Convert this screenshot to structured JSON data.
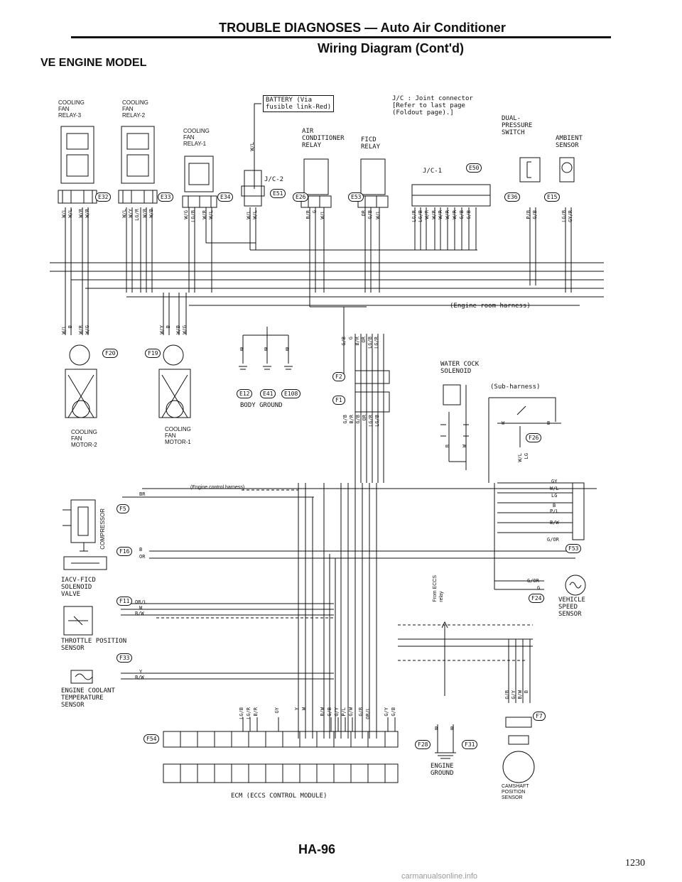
{
  "header": {
    "title": "TROUBLE DIAGNOSES — Auto Air Conditioner",
    "subtitle": "Wiring Diagram (Cont'd)",
    "model": "VE ENGINE MODEL"
  },
  "components": {
    "cooling_fan_relay_3": "COOLING\nFAN\nRELAY-3",
    "cooling_fan_relay_2": "COOLING\nFAN\nRELAY-2",
    "cooling_fan_relay_1": "COOLING\nFAN\nRELAY-1",
    "battery": "BATTERY (Via\nfusible link-Red)",
    "jc_note": "J/C : Joint connector\n[Refer to last page\n(Foldout page).]",
    "dual_pressure_switch": "DUAL-\nPRESSURE\nSWITCH",
    "ambient_sensor": "AMBIENT\nSENSOR",
    "ac_relay": "AIR\nCONDITIONER\nRELAY",
    "ficd_relay": "FICD\nRELAY",
    "jc1": "J/C-1",
    "jc2": "J/C-2",
    "engine_room_harness": "(Engine room harness)",
    "water_cock_solenoid": "WATER COCK\nSOLENOID",
    "sub_harness": "(Sub-harness)",
    "body_ground": "BODY GROUND",
    "cooling_fan_motor_2": "COOLING\nFAN\nMOTOR-2",
    "cooling_fan_motor_1": "COOLING\nFAN\nMOTOR-1",
    "engine_control_harness": "(Engine control harness)",
    "compressor": "COMPRESSOR",
    "iacv_ficd": "IACV-FICD\nSOLENOID\nVALVE",
    "throttle_sensor": "THROTTLE POSITION\nSENSOR",
    "coolant_sensor": "ENGINE COOLANT\nTEMPERATURE\nSENSOR",
    "from_eccs": "From ECCS\nrelay",
    "vehicle_speed_sensor": "VEHICLE\nSPEED\nSENSOR",
    "engine_ground": "ENGINE\nGROUND",
    "camshaft_sensor": "CAMSHAFT\nPOSITION\nSENSOR",
    "ecm": "ECM (ECCS CONTROL MODULE)"
  },
  "connectors": {
    "e32": "E32",
    "e33": "E33",
    "e34": "E34",
    "e51": "E51",
    "e26": "E26",
    "e53": "E53",
    "e50": "E50",
    "e36": "E36",
    "e15": "E15",
    "f20": "F20",
    "f19": "F19",
    "f2": "F2",
    "f1": "F1",
    "e12": "E12",
    "e41": "E41",
    "e108": "E108",
    "f26": "F26",
    "f5": "F5",
    "f16": "F16",
    "f11": "F11",
    "f33": "F33",
    "f53": "F53",
    "f24": "F24",
    "f7": "F7",
    "f54": "F54",
    "f28": "F28",
    "f31": "F31"
  },
  "wires": {
    "relay3": [
      "W/L",
      "W/L",
      "W/R",
      "W/R"
    ],
    "relay2": [
      "W/L",
      "W/Y",
      "LG/R",
      "W/B",
      "W/B"
    ],
    "relay1": [
      "W/G",
      "LG/B",
      "W/R",
      "W/L"
    ],
    "battery_wl": "W/L",
    "jc2": [
      "W/L",
      "W/L"
    ],
    "ac_relay": [
      "B/R",
      "G",
      "W/L"
    ],
    "ficd": [
      "OR",
      "G/B",
      "W/L"
    ],
    "jc1": [
      "LG/R",
      "LG/B",
      "W/R",
      "W/R",
      "W/R",
      "W/R",
      "W/R",
      "G/B",
      "G/B"
    ],
    "dual_ps": [
      "P/B",
      "G/B"
    ],
    "ambient": [
      "LG/B",
      "GY/R"
    ],
    "motor2": [
      "W/L",
      "B",
      "W/R",
      "W/G"
    ],
    "motor1": [
      "W/Y",
      "B",
      "W/B",
      "W/G"
    ],
    "ground": [
      "B",
      "B",
      "B"
    ],
    "f2": [
      "G/B",
      "G",
      "B/R",
      "OR",
      "LG/B",
      "LG/R"
    ],
    "f1": [
      "G/B",
      "B/R",
      "G/B",
      "OR",
      "LG/R",
      "LG/B"
    ],
    "water_cock": [
      "B",
      "W"
    ],
    "sub_harness": [
      "W",
      "B"
    ],
    "f26": [
      "W/L",
      "LG"
    ],
    "compressor": "BR",
    "iacv": [
      "B",
      "OR"
    ],
    "throttle": [
      "OR/L",
      "W",
      "B/W"
    ],
    "coolant": [
      "Y",
      "B/W"
    ],
    "f53": [
      "GY",
      "W/L",
      "LG",
      "B",
      "P/L",
      "B/W",
      "G/OR"
    ],
    "vss": [
      "G/OR",
      "G"
    ],
    "f7": [
      "G/B",
      "G/Y",
      "B/W",
      "B"
    ],
    "ecm_bottom": [
      "LG/B",
      "LG/R",
      "B/R",
      "GY",
      "Y",
      "W",
      "B/W",
      "G/B",
      "G/Y",
      "P/L",
      "G/W",
      "G/B",
      "OR/L",
      "G/Y",
      "G/B"
    ],
    "engine_ground": [
      "B",
      "B"
    ]
  },
  "footer": {
    "page_code": "HA-96",
    "page_number": "1230",
    "watermark": "carmanualsonline.info"
  }
}
